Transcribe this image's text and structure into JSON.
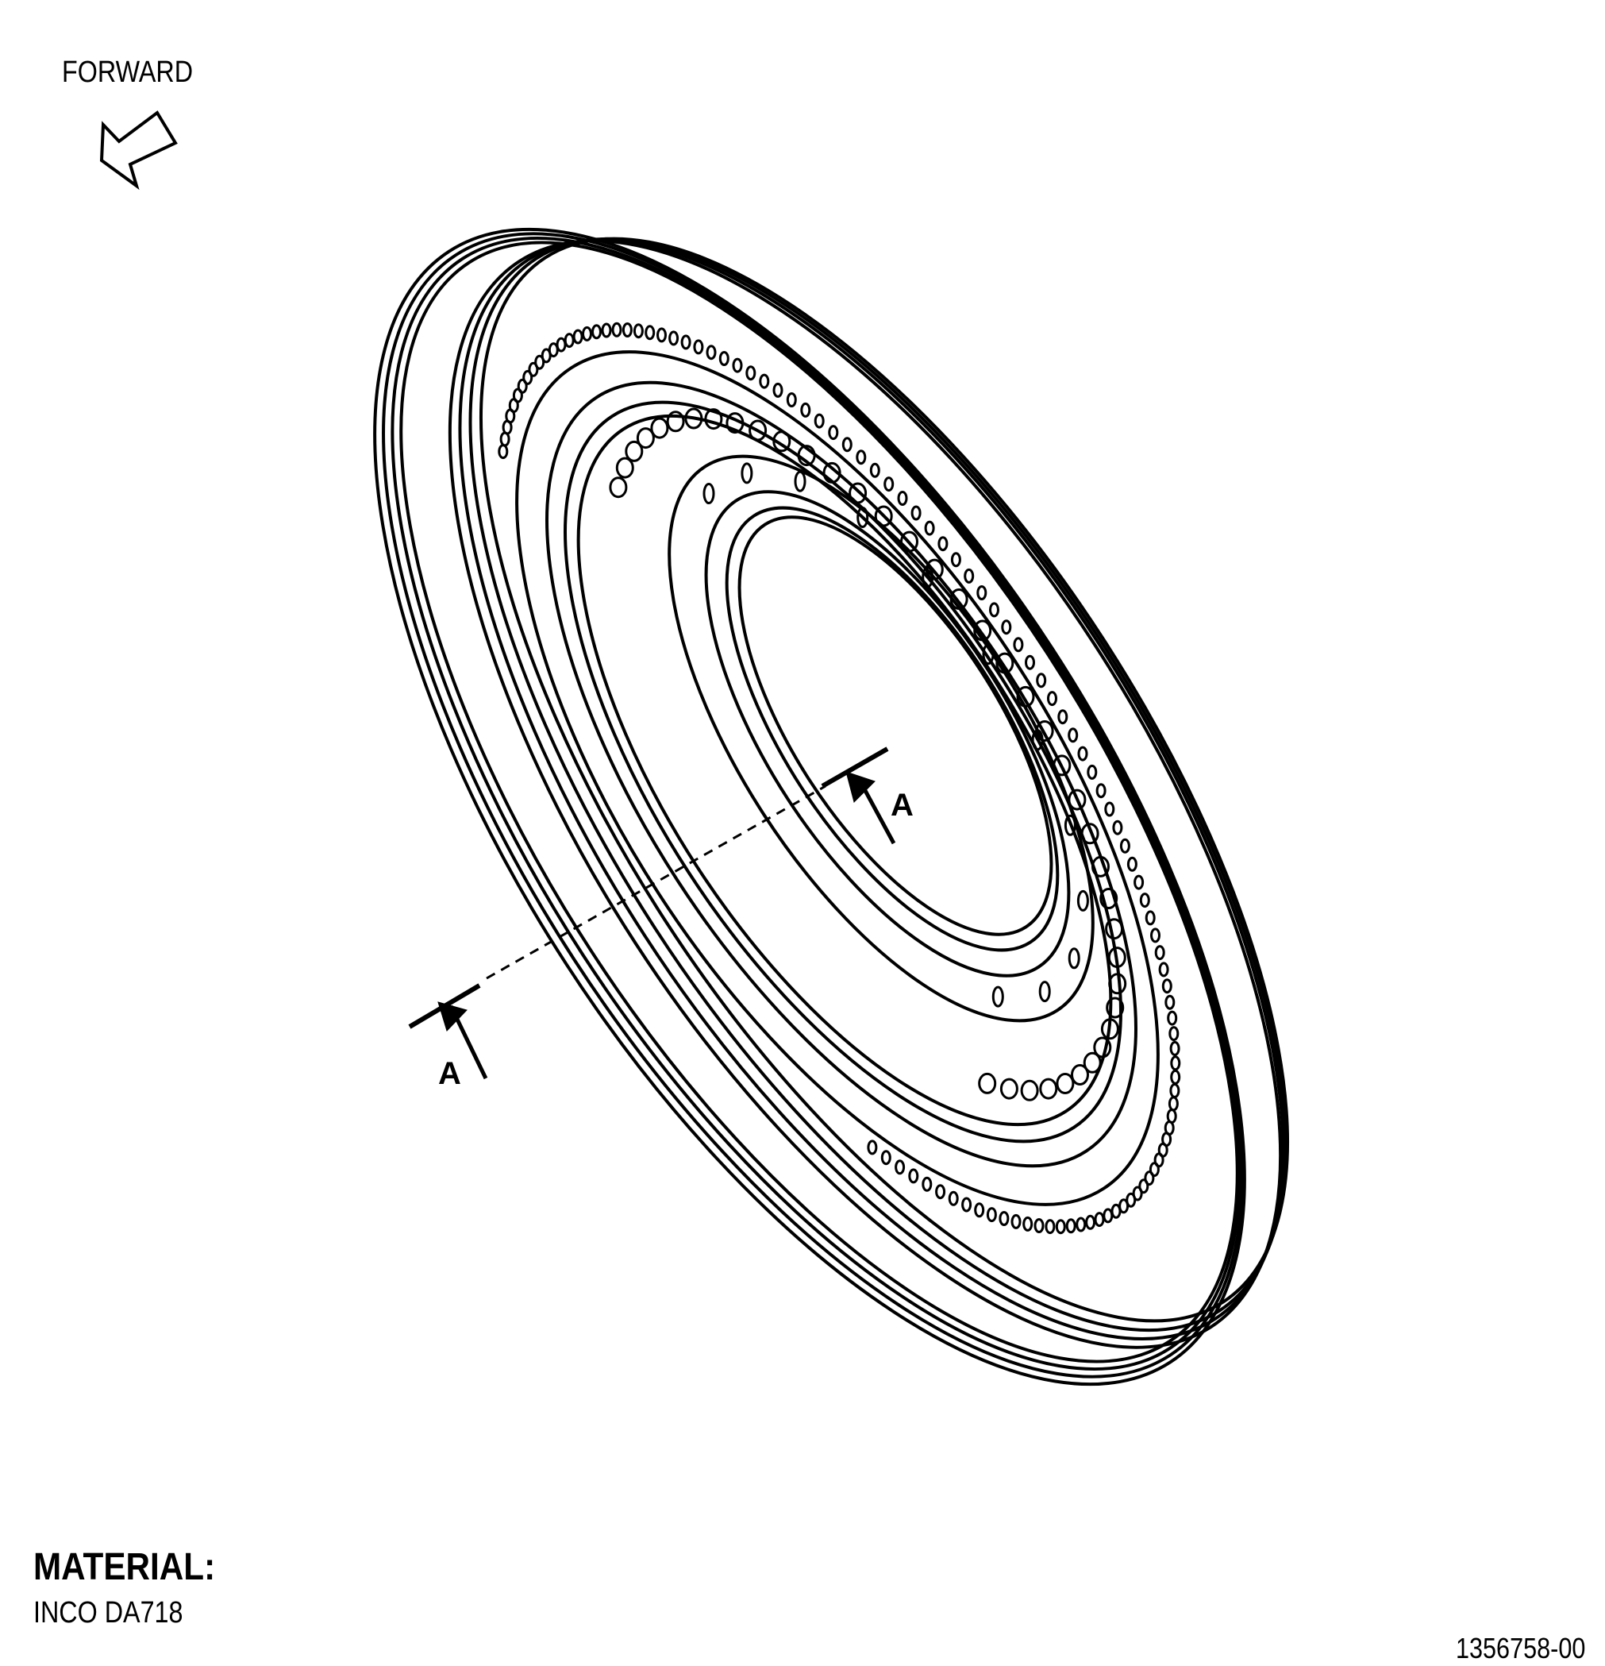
{
  "labels": {
    "forward": "FORWARD",
    "material_heading": "MATERIAL:",
    "material_value": "INCO DA718",
    "figure_number": "1356758-00",
    "section_right": "A",
    "section_left": "A"
  },
  "icons": {
    "forward_arrow": "hollow-arrow-icon"
  },
  "colors": {
    "line": "#000000",
    "background": "#ffffff"
  }
}
